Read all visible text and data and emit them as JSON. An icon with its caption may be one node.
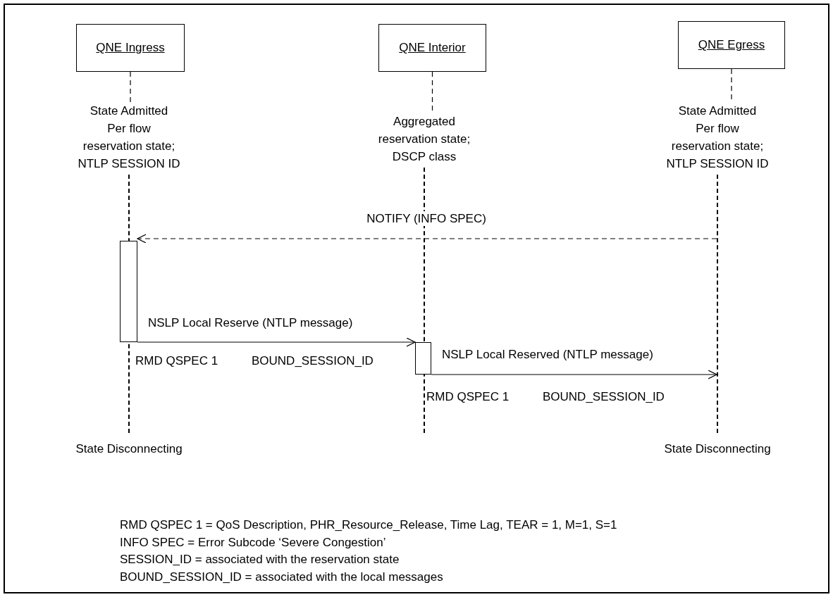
{
  "diagram": {
    "nodes": [
      {
        "text": [
          "QNE Ingress"
        ]
      },
      {
        "text": [
          "QNE Interior"
        ]
      },
      {
        "text": [
          "QNE Egress"
        ]
      },
      {
        "text": [
          "State Admitted",
          "Per flow reservation state; NTLP SESSION ID"
        ]
      },
      {
        "text": [
          "Aggregated reservation state; DSCP class"
        ]
      },
      {
        "text": [
          "State Admitted",
          "Per flow reservation state; NTLP SESSION ID"
        ]
      },
      {
        "text": [],
        "shape": "line"
      },
      {
        "text": [],
        "shape": "line"
      },
      {
        "text": [],
        "shape": "line"
      },
      {
        "text": [],
        "shape": "bar"
      },
      {
        "text": [],
        "shape": "bar"
      }
    ],
    "edges": [
      {
        "from": 0,
        "to": 3,
        "arrow": "none",
        "style": "dashed"
      },
      {
        "from": 1,
        "to": 4,
        "arrow": "none",
        "style": "dashed"
      },
      {
        "from": 2,
        "to": 5,
        "arrow": "none",
        "style": "dashed"
      },
      {
        "from": 8,
        "to": 9,
        "arrow": "to",
        "label": "NOTIFY (INFO SPEC)",
        "style": "dashed"
      },
      {
        "from": 9,
        "to": 10,
        "arrow": "to",
        "label": "NSLP Local Reserve (NTLP message)"
      },
      {
        "from": 10,
        "to": 8,
        "arrow": "to",
        "label": "NSLP Local Reserved (NTLP message)"
      }
    ],
    "labels": [
      "RMD QSPEC 1",
      "BOUND_SESSION_ID",
      "RMD QSPEC 1",
      "BOUND_SESSION_ID",
      "State Disconnecting",
      "State Disconnecting",
      "RMD QSPEC 1 = QoS Description, PHR_Resource_Release, Time Lag, TEAR = 1, M=1, S=1",
      "INFO SPEC = Error Subcode ‘Severe Congestion’",
      "SESSION_ID = associated with the reservation state",
      "BOUND_SESSION_ID = associated with the local messages"
    ]
  }
}
